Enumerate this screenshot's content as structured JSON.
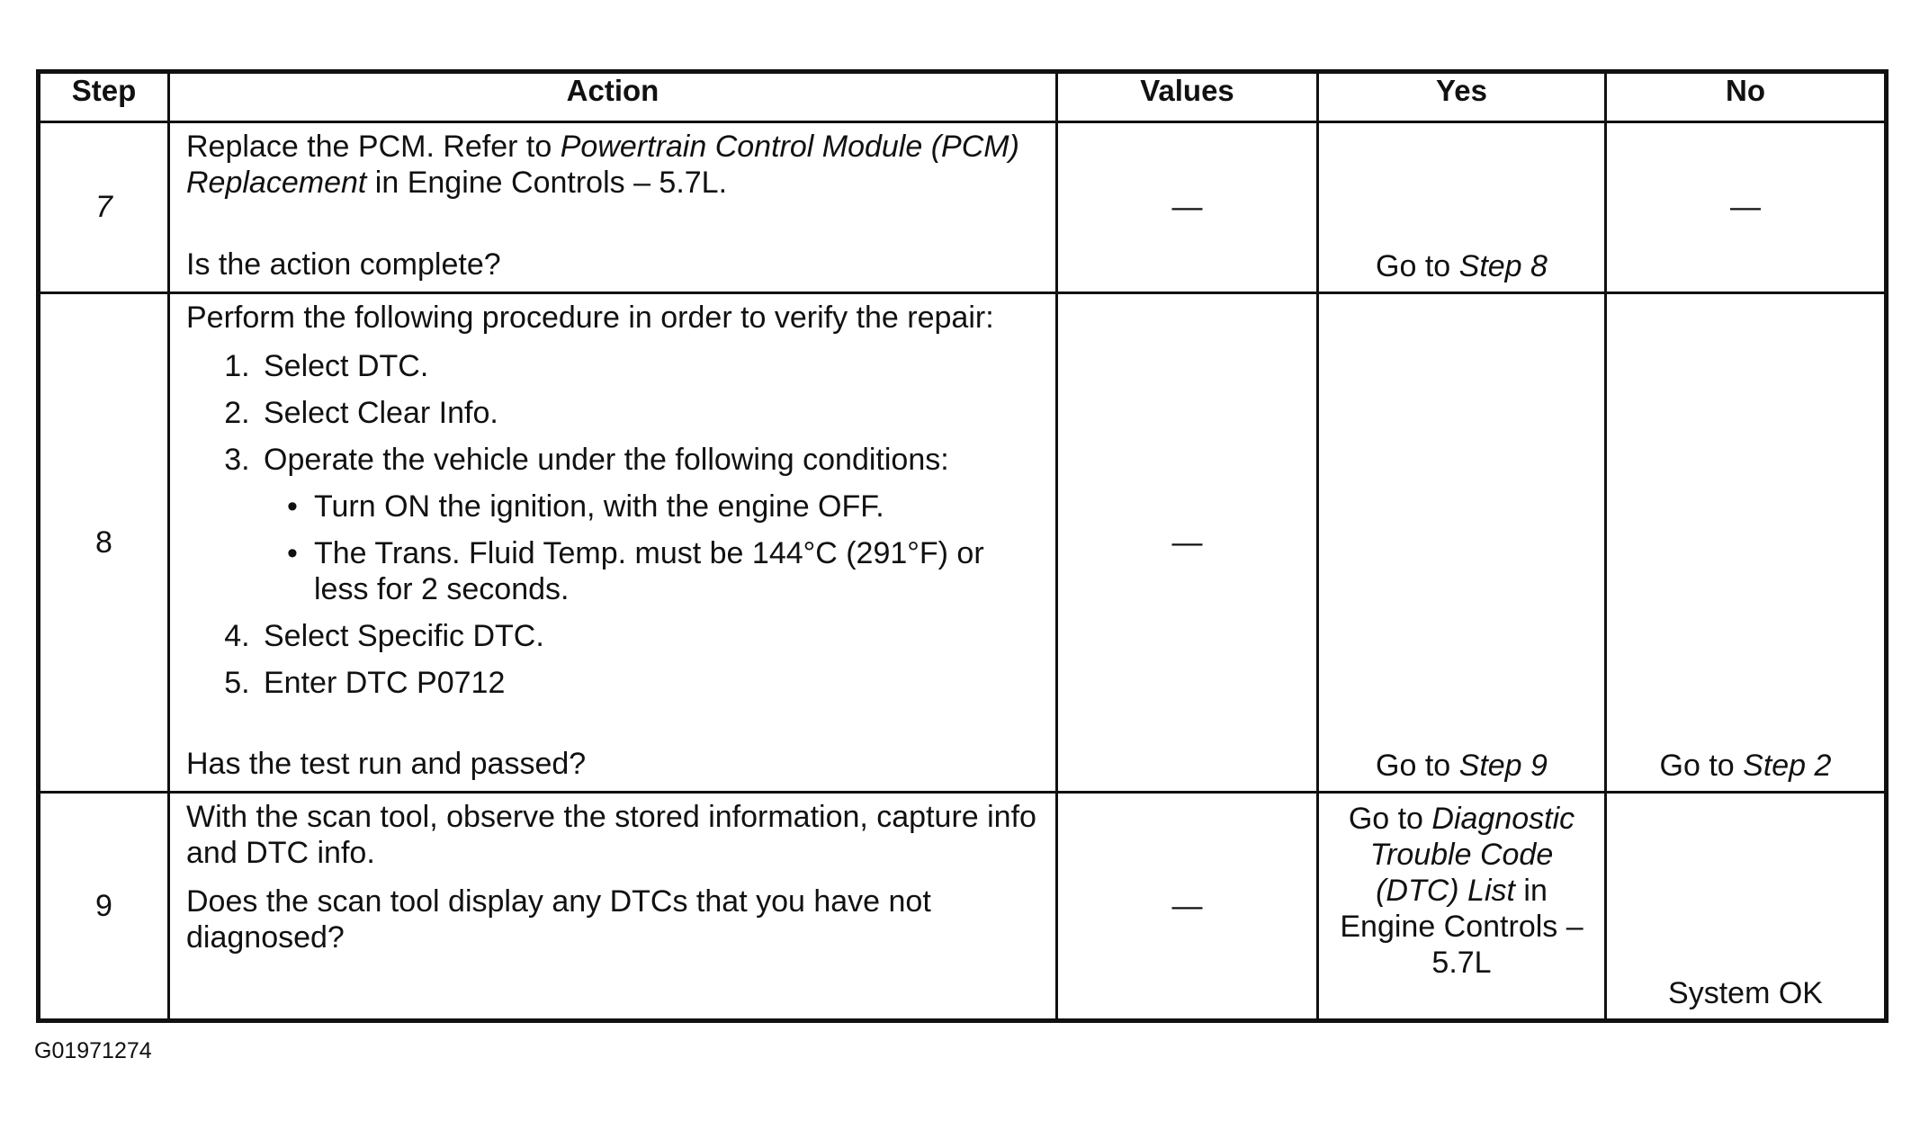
{
  "headers": {
    "step": "Step",
    "action": "Action",
    "values": "Values",
    "yes": "Yes",
    "no": "No"
  },
  "rows": [
    {
      "step": "7",
      "action_line1_a": "Replace the PCM. Refer to ",
      "action_line1_b": "Powertrain Control Module (PCM) Replacement",
      "action_line1_c": " in Engine Controls – 5.7L.",
      "question": "Is the action complete?",
      "values": "—",
      "yes_prefix": "Go to ",
      "yes_link": "Step 8",
      "no": "—"
    },
    {
      "step": "8",
      "intro": "Perform the following procedure in order to verify the repair:",
      "steps": [
        "Select DTC.",
        "Select Clear Info.",
        "Operate the vehicle under the following conditions:",
        "Select Specific DTC.",
        "Enter DTC P0712"
      ],
      "bullet1": "Turn ON the ignition, with the engine OFF.",
      "bullet2": "The Trans. Fluid Temp. must be 144°C (291°F) or less for 2 seconds.",
      "question": "Has the test run and passed?",
      "values": "—",
      "yes_prefix": "Go to ",
      "yes_link": "Step 9",
      "no_prefix": "Go to ",
      "no_link": "Step 2"
    },
    {
      "step": "9",
      "text1": "With the scan tool, observe the stored information, capture info and DTC info.",
      "question": "Does the scan tool display any DTCs that you have not diagnosed?",
      "values": "—",
      "yes_prefix": "Go to ",
      "yes_link": "Diagnostic Trouble Code (DTC) List",
      "yes_suffix": " in Engine Controls – 5.7L",
      "no": "System OK"
    }
  ],
  "figure_id": "G01971274"
}
